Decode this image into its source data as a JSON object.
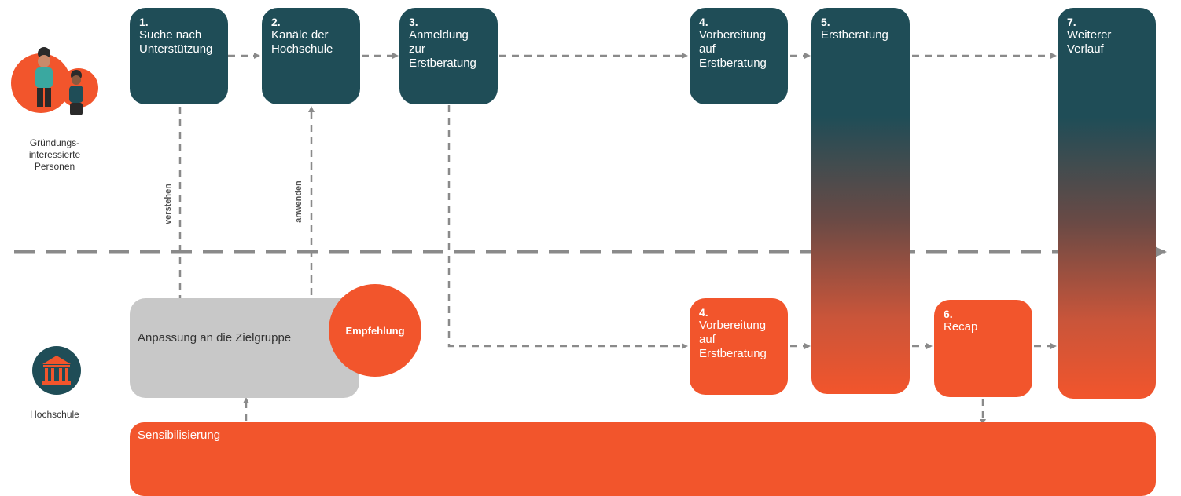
{
  "actors": {
    "founders": "Gründungs-\ninteressierte\nPersonen",
    "university": "Hochschule"
  },
  "steps": {
    "s1": {
      "num": "1.",
      "label": "Suche nach Unterstützung"
    },
    "s2": {
      "num": "2.",
      "label": "Kanäle der Hochschule"
    },
    "s3": {
      "num": "3.",
      "label": "Anmeldung zur Erstberatung"
    },
    "s4a": {
      "num": "4.",
      "label": "Vorbereitung auf Erstberatung"
    },
    "s5": {
      "num": "5.",
      "label": "Erstberatung"
    },
    "s7": {
      "num": "7.",
      "label": "Weiterer Verlauf"
    },
    "s4b": {
      "num": "4.",
      "label": "Vorbereitung auf Erstberatung"
    },
    "s6": {
      "num": "6.",
      "label": "Recap"
    }
  },
  "edges": {
    "understand": "verstehen",
    "apply": "anwenden"
  },
  "adaptation": "Anpassung an die Zielgruppe",
  "recommendation": "Empfehlung",
  "sensitization": "Sensibilisierung",
  "colors": {
    "teal": "#1f4d57",
    "orange": "#f2552c",
    "gray": "#c8c8c8",
    "line": "#8a8a8a"
  }
}
